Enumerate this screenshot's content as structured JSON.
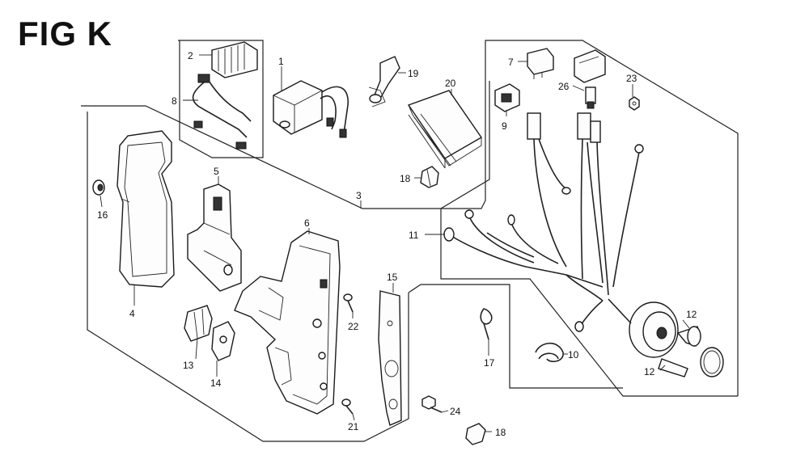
{
  "figure": {
    "title": "FIG K"
  },
  "callouts": {
    "c1": "1",
    "c2": "2",
    "c3": "3",
    "c4": "4",
    "c5": "5",
    "c6": "6",
    "c7": "7",
    "c8": "8",
    "c9": "9",
    "c10": "10",
    "c11": "11",
    "c12a": "12",
    "c12b": "12",
    "c13": "13",
    "c14": "14",
    "c15": "15",
    "c16": "16",
    "c17": "17",
    "c18a": "18",
    "c18b": "18",
    "c19": "19",
    "c20": "20",
    "c21": "21",
    "c22": "22",
    "c23": "23",
    "c24": "24",
    "c26": "26"
  }
}
